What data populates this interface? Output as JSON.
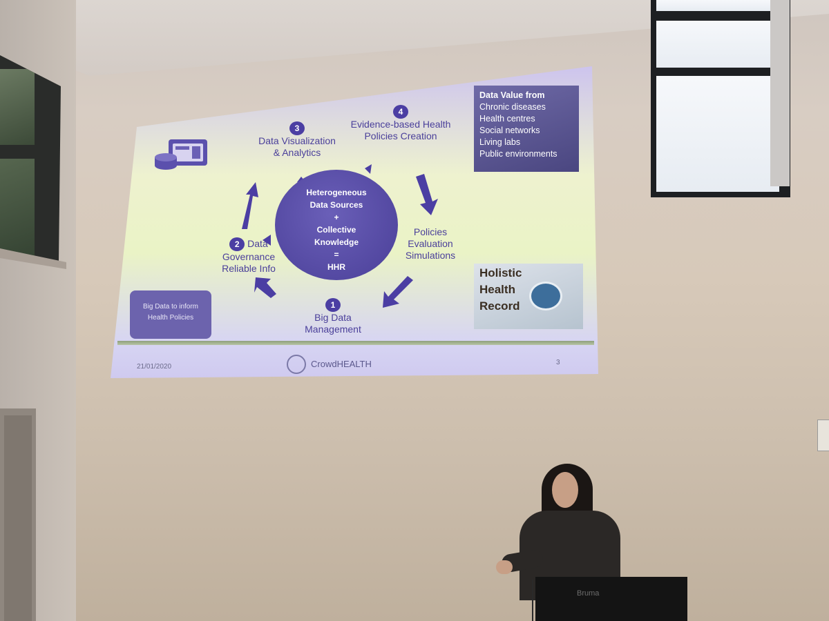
{
  "slide": {
    "steps": [
      {
        "num": "1",
        "label_lines": [
          "Big Data",
          "Management"
        ]
      },
      {
        "num": "2",
        "label_lines": [
          "Data",
          "Governance",
          "Reliable Info"
        ]
      },
      {
        "num": "3",
        "label_lines": [
          "Data Visualization",
          "& Analytics"
        ]
      },
      {
        "num": "4",
        "label_lines": [
          "Evidence-based Health",
          "Policies Creation"
        ]
      }
    ],
    "policies_lines": [
      "Policies",
      "Evaluation",
      "Simulations"
    ],
    "hub_lines": [
      "Heterogeneous",
      "Data Sources",
      "+",
      "Collective",
      "Knowledge",
      "=",
      "HHR"
    ],
    "data_value": {
      "title": "Data Value from",
      "items": [
        "Chronic diseases",
        "Health centres",
        "Social networks",
        "Living labs",
        "Public environments"
      ]
    },
    "holistic_lines": [
      "Holistic",
      "Health",
      "Record"
    ],
    "pill_lines": [
      "Big Data to inform",
      "Health Policies"
    ],
    "footer": {
      "date": "21/01/2020",
      "brand": "CrowdHEALTH",
      "page": "3"
    }
  },
  "podium": {
    "brand": "Bruma"
  },
  "colors": {
    "accent": "#4b3ea3",
    "label": "#4a3f9a"
  }
}
